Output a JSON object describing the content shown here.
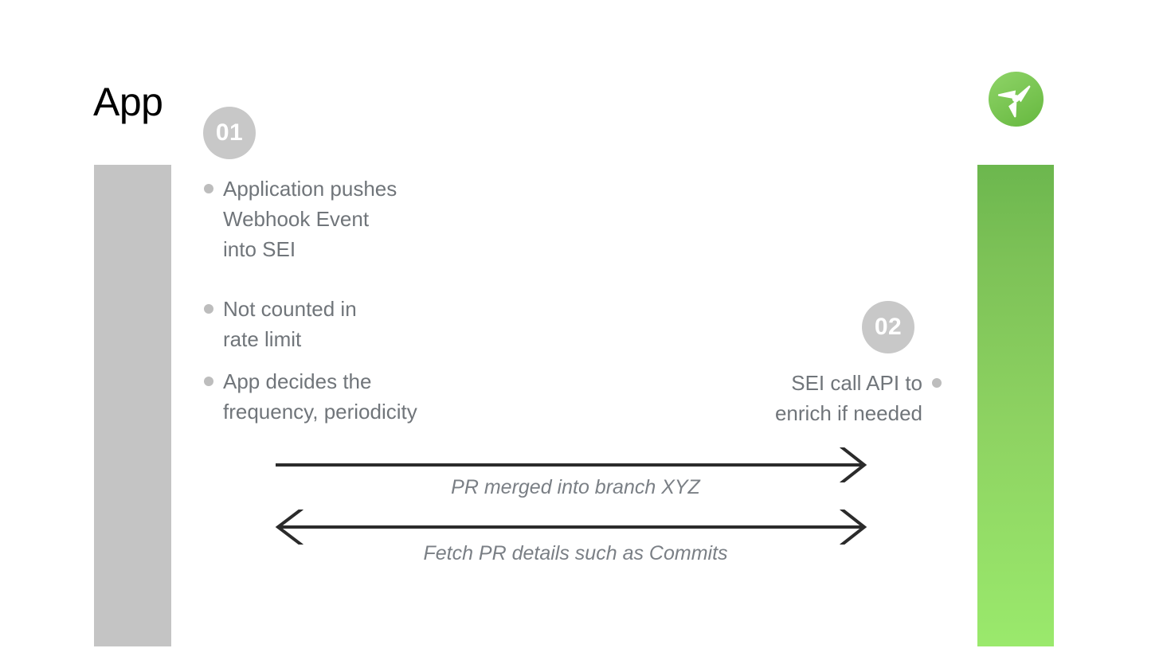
{
  "slide": {
    "title": "App",
    "background": "#ffffff"
  },
  "colors": {
    "title_text": "#000000",
    "body_text": "#70757a",
    "bullet_dot": "#bdbdbd",
    "badge_fill": "#c8c8c8",
    "badge_text": "#ffffff",
    "lifeline_left": "#c4c4c4",
    "lifeline_right_top": "#6cb74e",
    "lifeline_right_bottom": "#9ae96c",
    "arrow_line": "#2b2b2b",
    "arrow_label_text": "#7a7f85",
    "logo_green": "#7ec95a",
    "logo_mark": "#ffffff"
  },
  "logo": {
    "icon": "harness-propeller-icon",
    "alt": "Harness SEI logo"
  },
  "steps": [
    {
      "number": "01",
      "side": "left",
      "bullets": [
        "Application pushes\nWebhook Event\ninto SEI",
        "Not counted in\nrate limit",
        "App decides the\nfrequency, periodicity"
      ]
    },
    {
      "number": "02",
      "side": "right",
      "bullets": [
        "SEI call API to\nenrich if needed"
      ]
    }
  ],
  "bullet_items": {
    "left_1": "Application pushes\nWebhook Event\ninto SEI",
    "left_2": "Not counted in\nrate limit",
    "left_3": "App decides the\nfrequency, periodicity",
    "right_1": "SEI call API to\nenrich if needed"
  },
  "arrows": [
    {
      "label": "PR merged into branch XYZ",
      "direction": "right",
      "heads": "end"
    },
    {
      "label": "Fetch PR details such as Commits",
      "direction": "both",
      "heads": "both"
    }
  ],
  "arrow_labels": {
    "first": "PR merged into branch XYZ",
    "second": "Fetch PR details such as Commits"
  },
  "lifelines": {
    "left_label": "App",
    "right_label": "SEI"
  }
}
